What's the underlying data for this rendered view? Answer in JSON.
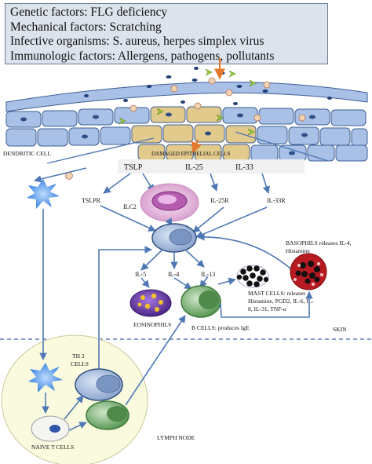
{
  "factors": [
    "Genetic factors: FLG deficiency",
    "Mechanical factors: Scratching",
    "Infective organisms: S. aureus, herpes simplex virus",
    "Immunologic factors: Allergens, pathogens, pollutants"
  ],
  "labels": {
    "dendritic_cell": "DENDRITIC CELL",
    "damaged_epithelial": "DAMAGED EPITHELIAL CELLS",
    "tslp": "TSLP",
    "il25": "IL-25",
    "il33": "IL-33",
    "tslpr": "TSLPR",
    "ilc2": "ILC2",
    "il25r": "IL-25R",
    "il33r": "IL-33R",
    "basophils_1": "BASOPHILS releases IL-4,",
    "basophils_2": "Histamine",
    "il5": "IL-5",
    "il4": "IL-4",
    "il13": "IL-13",
    "mast_1": "MAST CELLS: releases",
    "mast_2": "Histamine, PGD2, IL-6, IL-",
    "mast_3": "8, IL-31, TNF-α",
    "eosinophils": "EOSINOPHILS",
    "b_cells": "B  CELLS: produces IgE",
    "skin": "SKIN",
    "th2_1": "TH 2",
    "th2_2": "CELLS",
    "lymph_node": "LYMPH NODE",
    "naive_t": "NAIVE T CELLS"
  },
  "colors": {
    "factor_box_fill": "#dce3ec",
    "epithelial_blue": "#a9c1e6",
    "damaged_tan": "#e2c98c",
    "arrow_blue": "#4f79b5",
    "arrow_orange": "#e3782a",
    "lymph_node_fill": "#fafadf",
    "dendritic_blue": "#5f9fe8",
    "ilc2_pink": "#e6b4dc",
    "mast_black": "#111111",
    "basophil_red": "#c8141e",
    "eosinophil_purple": "#6a3aa6",
    "b_cell_green": "#6ea86a"
  }
}
